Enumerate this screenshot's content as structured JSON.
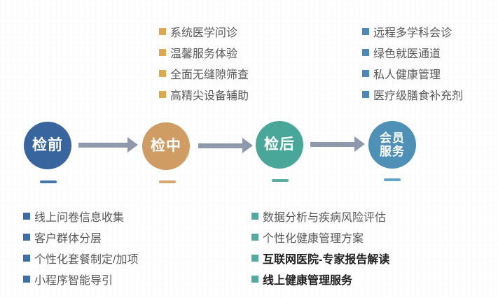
{
  "diagram": {
    "title_semantic": "health-checkup service process",
    "arrow_color": "#8f99ab",
    "text_color": "#595959",
    "bold_text_color": "#1f1f1f",
    "stages": [
      {
        "line1": "检前",
        "color": "#38659e",
        "underline_color": "#4577ae"
      },
      {
        "line1": "检中",
        "color": "#cf9c63",
        "underline_color": "#d7a56e"
      },
      {
        "line1": "检后",
        "color": "#49a79a",
        "underline_color": "#5ab0a2"
      },
      {
        "line1": "会员",
        "line2": "服务",
        "color": "#4e90b6",
        "underline_color": "#62a4cb"
      }
    ],
    "lists": {
      "during_exam": {
        "bullet_color": "#dda94f",
        "items": [
          {
            "text": "系统医学问诊"
          },
          {
            "text": "温馨服务体验"
          },
          {
            "text": "全面无缝隙筛查"
          },
          {
            "text": "高精尖设备辅助"
          }
        ]
      },
      "member_service": {
        "bullet_color": "#4e87ba",
        "items": [
          {
            "text": "远程多学科会诊"
          },
          {
            "text": "绿色就医通道"
          },
          {
            "text": "私人健康管理"
          },
          {
            "text": "医疗级膳食补充剂"
          }
        ]
      },
      "pre_exam": {
        "bullet_color": "#3e6ea7",
        "items": [
          {
            "text": "线上问卷信息收集"
          },
          {
            "text": "客户群体分层"
          },
          {
            "text": "个性化套餐制定/加项"
          },
          {
            "text": "小程序智能导引"
          }
        ]
      },
      "post_exam": {
        "bullet_color": "#55a9a0",
        "items": [
          {
            "text": "数据分析与疾病风险评估"
          },
          {
            "text": "个性化健康管理方案"
          },
          {
            "text": "互联网医院-专家报告解读",
            "bold": true
          },
          {
            "text": "线上健康管理服务",
            "bold": true
          }
        ]
      }
    }
  }
}
